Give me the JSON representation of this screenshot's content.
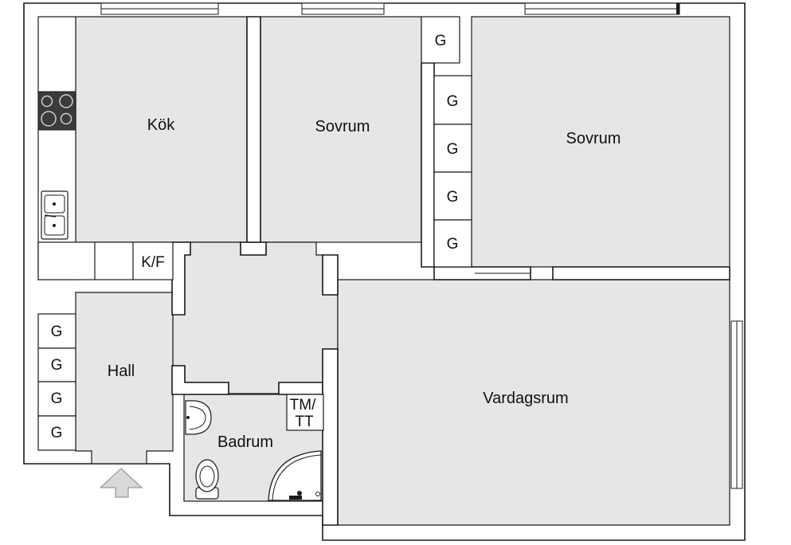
{
  "rooms": {
    "kitchen": "Kök",
    "bedroom_1": "Sovrum",
    "bedroom_2": "Sovrum",
    "hall": "Hall",
    "bathroom": "Badrum",
    "living_room": "Vardagsrum"
  },
  "fixtures": {
    "closet": "G",
    "fridge_freezer": "K/F",
    "washer_dryer_line1": "TM/",
    "washer_dryer_line2": "TT"
  },
  "colors": {
    "floor": "#e6e6e6",
    "wall": "#ffffff",
    "line": "#1a1a1a",
    "entrance_arrow": "#d8d8d8"
  }
}
